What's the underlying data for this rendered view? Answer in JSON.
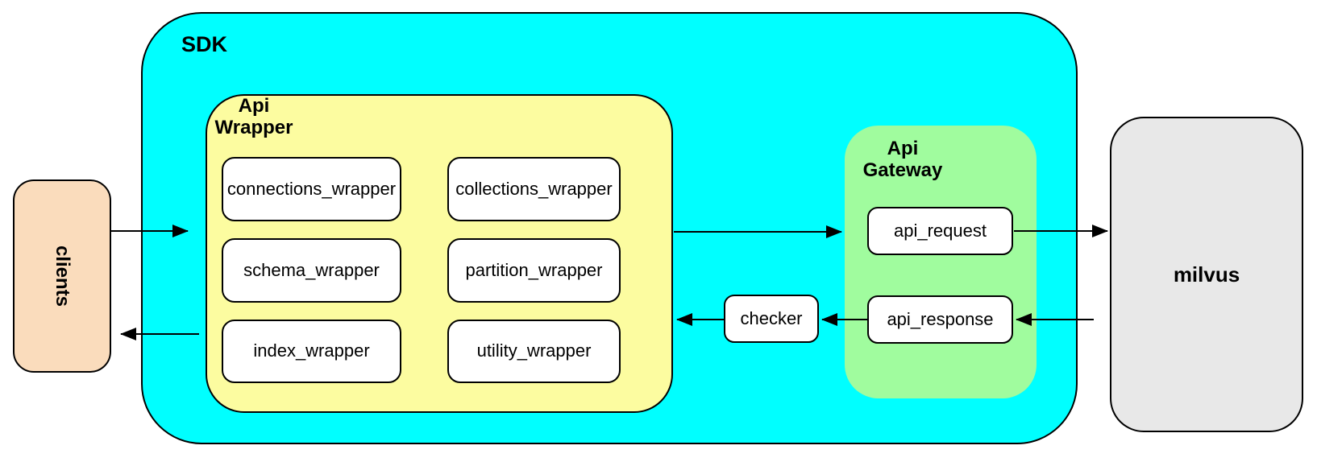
{
  "colors": {
    "sdk": "#00ffff",
    "wrapper": "#fcfca0",
    "gateway": "#a0fc9e",
    "clients": "#fadcbc",
    "milvus": "#e8e8e8",
    "node": "#ffffff",
    "stroke": "#000000",
    "text": "#000000",
    "bg": "#ffffff"
  },
  "clients": {
    "label": "clients"
  },
  "sdk": {
    "label": "SDK"
  },
  "api_wrapper": {
    "label": [
      "Api",
      "Wrapper"
    ],
    "modules": [
      "connections_wrapper",
      "collections_wrapper",
      "schema_wrapper",
      "partition_wrapper",
      "index_wrapper",
      "utility_wrapper"
    ]
  },
  "checker": {
    "label": "checker"
  },
  "api_gateway": {
    "label": [
      "Api",
      "Gateway"
    ],
    "request_label": "api_request",
    "response_label": "api_response"
  },
  "milvus": {
    "label": "milvus"
  }
}
